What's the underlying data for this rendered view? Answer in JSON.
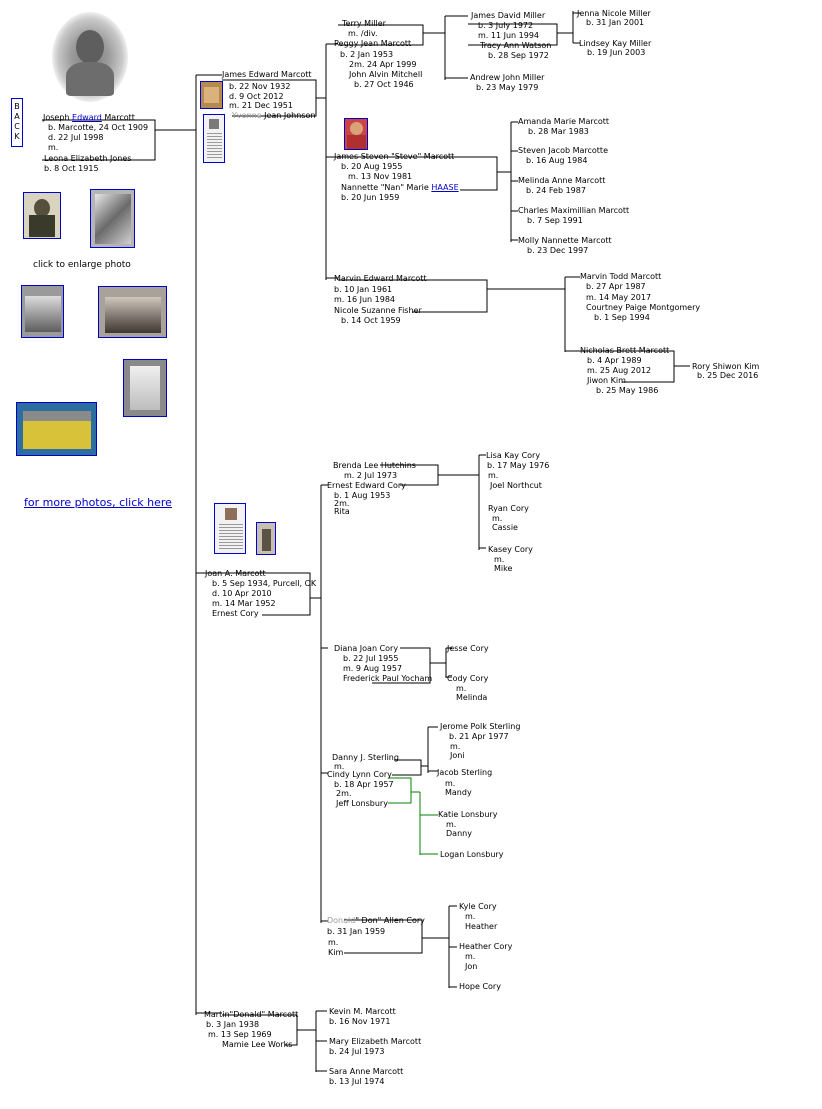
{
  "nav": {
    "back_letters": [
      "B",
      "A",
      "C",
      "K"
    ],
    "enlarge_caption": "click to enlarge photo",
    "more_photos_link": "for more photos, click here"
  },
  "root": {
    "name_prefix": "Joseph ",
    "name_link": "Edward",
    "name_suffix": " Marcott",
    "born": "b.  Marcotte,  24 Oct 1909",
    "died": "d.  22 Jul 1998",
    "married": "m.",
    "spouse": "Leona Elizabeth Jones",
    "spouse_born": "b. 8 Oct 1915"
  },
  "gen2": {
    "james_edward": [
      "James Edward Marcott",
      "b. 22 Nov 1932",
      "d. 9 Oct 2012",
      "m. 21 Dec 1951"
    ],
    "james_spouse_gray": "Yvonne",
    "james_spouse_rest": " Jean Johnson",
    "joan": [
      "Joan A. Marcott",
      "b. 5 Sep 1934, Purcell, OK",
      "d. 10 Apr 2010",
      "m. 14 Mar 1952",
      "Ernest Cory"
    ],
    "martin": [
      "Martin\"Donald\" Marcott",
      "b. 3 Jan 1938",
      "m. 13 Sep 1969",
      "Mamie Lee Works"
    ]
  },
  "james_branch": {
    "terry": [
      "Terry Miller",
      "m. /div."
    ],
    "peggy": [
      "Peggy Jean  Marcott",
      "b. 2 Jan 1953",
      "2m. 24 Apr 1999",
      "John Alvin Mitchell",
      "b. 27 Oct 1946"
    ],
    "peggy_kids": [
      [
        "James David Miller",
        "b. 3 July 1972",
        "m. 11 Jun 1994",
        "Tracy Ann Watson",
        "b. 28 Sep 1972"
      ],
      [
        "Andrew John Miller",
        "b. 23 May 1979"
      ]
    ],
    "james_david_kids": [
      [
        "Jenna Nicole Miller",
        "b. 31 Jan 2001"
      ],
      [
        "Lindsey Kay Miller",
        "b. 19 Jun 2003"
      ]
    ],
    "steve": [
      "James Steven \"Steve\" Marcott",
      "b. 20 Aug 1955",
      "m. 13 Nov 1981",
      "Nannette \"Nan\"  Marie ",
      "b. 20 Jun 1959"
    ],
    "steve_spouse_link": "HAASE",
    "steve_kids": [
      [
        "Amanda Marie Marcott",
        "b. 28 Mar 1983"
      ],
      [
        "Steven Jacob Marcotte",
        "b. 16 Aug 1984"
      ],
      [
        "Melinda Anne Marcott",
        "b. 24 Feb 1987"
      ],
      [
        "Charles Maximillian Marcott",
        "b. 7 Sep 1991"
      ],
      [
        "Molly Nannette Marcott",
        "b. 23  Dec 1997"
      ]
    ],
    "marvin": [
      "Marvin Edward Marcott",
      "b. 10 Jan 1961",
      "m. 16 Jun 1984",
      "Nicole Suzanne Fisher",
      "b. 14 Oct 1959"
    ],
    "marvin_kids": [
      [
        "Marvin Todd Marcott",
        "b. 27 Apr 1987",
        "m. 14 May 2017",
        "Courtney Paige Montgomery",
        "b. 1 Sep 1994"
      ],
      [
        "Nicholas Brett Marcott",
        "b.  4 Apr 1989",
        "m. 25 Aug 2012",
        "Jiwon Kim",
        "b. 25 May 1986"
      ]
    ],
    "rory": [
      "Rory Shiwon Kim",
      "b. 25 Dec 2016"
    ]
  },
  "joan_branch": {
    "brenda": [
      "Brenda Lee Hutchins",
      "m. 2 Jul 1973"
    ],
    "ernest": [
      "Ernest Edward Cory",
      "b. 1 Aug 1953",
      "2m.",
      "Rita"
    ],
    "ernest_kids": [
      [
        "Lisa Kay Cory",
        "b. 17 May 1976",
        "m.",
        "Joel Northcut"
      ],
      [
        "Ryan Cory",
        "m.",
        "Cassie"
      ],
      [
        "Kasey Cory",
        "m.",
        "Mike"
      ]
    ],
    "diana": [
      "Diana Joan Cory",
      "b. 22 Jul 1955",
      "m. 9 Aug 1957",
      "Frederick Paul Yocham"
    ],
    "diana_kids": [
      [
        "Jesse Cory"
      ],
      [
        "Cody Cory",
        "m.",
        "Melinda"
      ]
    ],
    "danny": [
      "Danny J. Sterling",
      "m."
    ],
    "cindy": [
      "Cindy Lynn Cory",
      "b. 18 Apr 1957",
      "2m.",
      "Jeff Lonsbury"
    ],
    "sterling_kids": [
      [
        "Jerome Polk Sterling",
        "b. 21 Apr 1977",
        "m.",
        "Joni"
      ],
      [
        "Jacob Sterling",
        "m.",
        "Mandy"
      ]
    ],
    "lonsbury_kids": [
      [
        "Katie Lonsbury",
        "m.",
        "Danny"
      ],
      [
        "Logan Lonsbury"
      ]
    ],
    "donald_gray": "Donald",
    "donald_rest": "\" Don\" Allen Cory",
    "donald": [
      "b. 31 Jan 1959",
      "m.",
      "Kim"
    ],
    "donald_kids": [
      [
        "Kyle Cory",
        "m.",
        "Heather"
      ],
      [
        "Heather Cory",
        "m.",
        "Jon"
      ],
      [
        "Hope Cory"
      ]
    ]
  },
  "martin_branch": {
    "kids": [
      [
        "Kevin M. Marcott",
        "b. 16 Nov 1971"
      ],
      [
        "Mary Elizabeth Marcott",
        "b. 24 Jul 1973"
      ],
      [
        "Sara Anne Marcott",
        "b. 13 Jul 1974"
      ]
    ]
  },
  "colors": {
    "link": "#0000cc",
    "line": "#000000",
    "green_line": "#008000",
    "faded": "#9a9a9a"
  }
}
